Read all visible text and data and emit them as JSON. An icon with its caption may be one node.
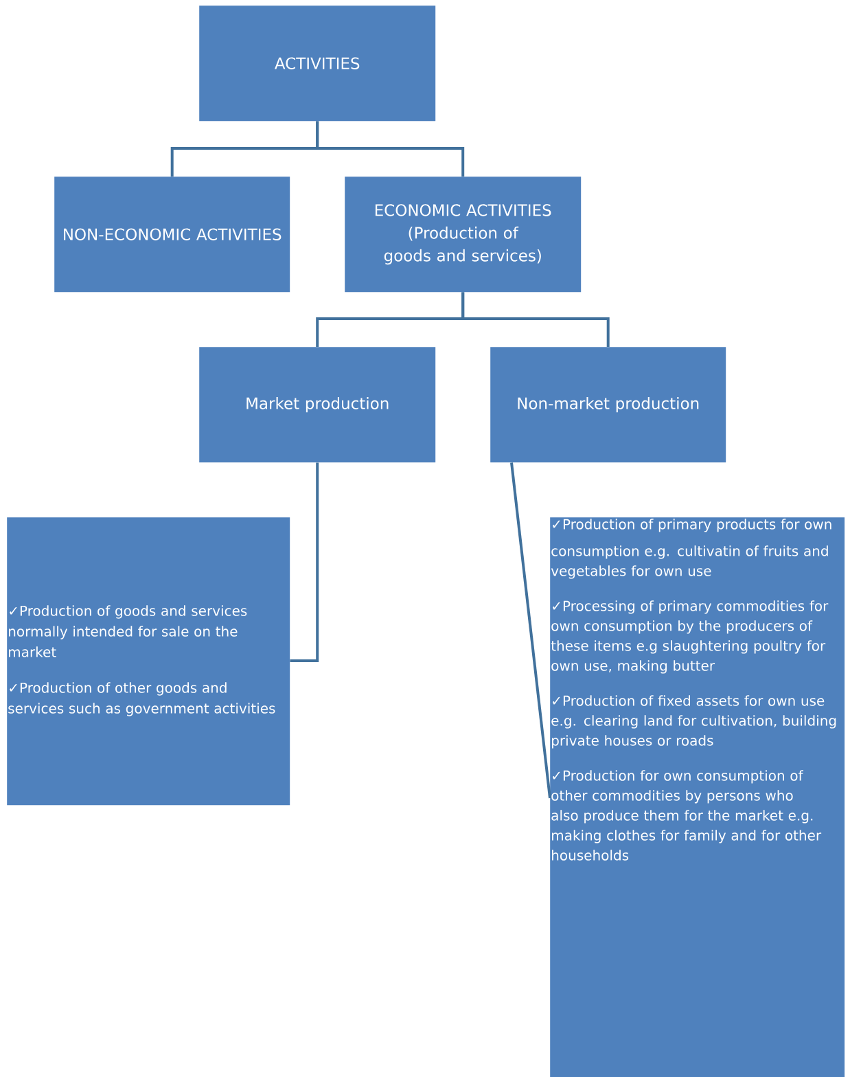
{
  "diagram": {
    "nodes": [
      {
        "text": [
          "ACTIVITIES"
        ]
      },
      {
        "text": [
          "NON-ECONOMIC ACTIVITIES"
        ]
      },
      {
        "text": [
          "ECONOMIC ACTIVITIES (Production of goods and services)"
        ]
      },
      {
        "text": [
          "Market production"
        ]
      },
      {
        "text": [
          "Non-market production"
        ]
      },
      {
        "text": [
          "✓Production of goods and services normally intended for sale on the market",
          "✓Production of other goods and services such as government activities"
        ]
      },
      {
        "text": [
          "✓Production of primary products for own consumption e.g. cultivatin of fruits and vegetables for own use",
          "✓Processing of primary commodities for own consumption by the producers of these items e.g slaughtering poultry for own use, making butter",
          "✓Production of fixed assets for own use e.g. clearing land for cultivation, building private houses or roads",
          "✓Production for own consumption of other commodities by persons who also produce them for the market e.g. making clothes for family and for other households"
        ]
      }
    ],
    "edges": [
      {
        "from": 0,
        "to": 1,
        "arrow": "none"
      },
      {
        "from": 0,
        "to": 2,
        "arrow": "none"
      },
      {
        "from": 2,
        "to": 3,
        "arrow": "none"
      },
      {
        "from": 2,
        "to": 4,
        "arrow": "none"
      },
      {
        "from": 3,
        "to": 5,
        "arrow": "none"
      },
      {
        "from": 4,
        "to": 6,
        "arrow": "none"
      }
    ]
  }
}
